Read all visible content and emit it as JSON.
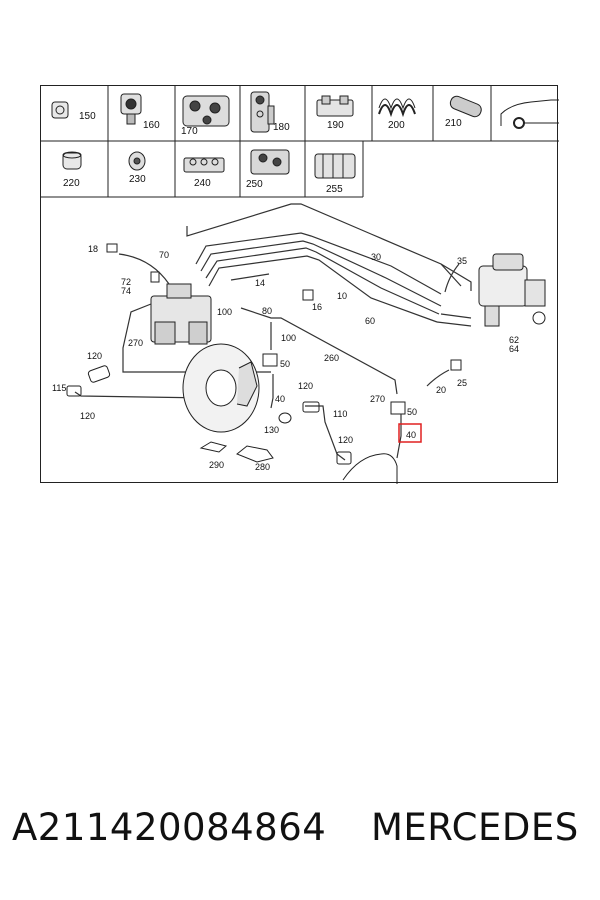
{
  "legend_row1": [
    "150",
    "160",
    "170",
    "180",
    "190",
    "200",
    "210"
  ],
  "legend_row2": [
    "220",
    "230",
    "240",
    "250",
    "255"
  ],
  "callouts": {
    "c18": "18",
    "c70": "70",
    "c30": "30",
    "c35": "35",
    "c72": "72",
    "c74": "74",
    "c14": "14",
    "c10": "10",
    "c16": "16",
    "c60": "60",
    "c100a": "100",
    "c80": "80",
    "c100b": "100",
    "c270a": "270",
    "c62": "62",
    "c64": "64",
    "c120a": "120",
    "c50a": "50",
    "c260": "260",
    "c25": "25",
    "c115": "115",
    "c20": "20",
    "c120b": "120",
    "c120c": "120",
    "c40a": "40",
    "c270b": "270",
    "c50b": "50",
    "c110": "110",
    "c130": "130",
    "c120d": "120",
    "c40b": "40",
    "c290": "290",
    "c280": "280"
  },
  "highlight_color": "#e02020",
  "footer": {
    "part_number": "A211420084864",
    "brand": "MERCEDES"
  }
}
